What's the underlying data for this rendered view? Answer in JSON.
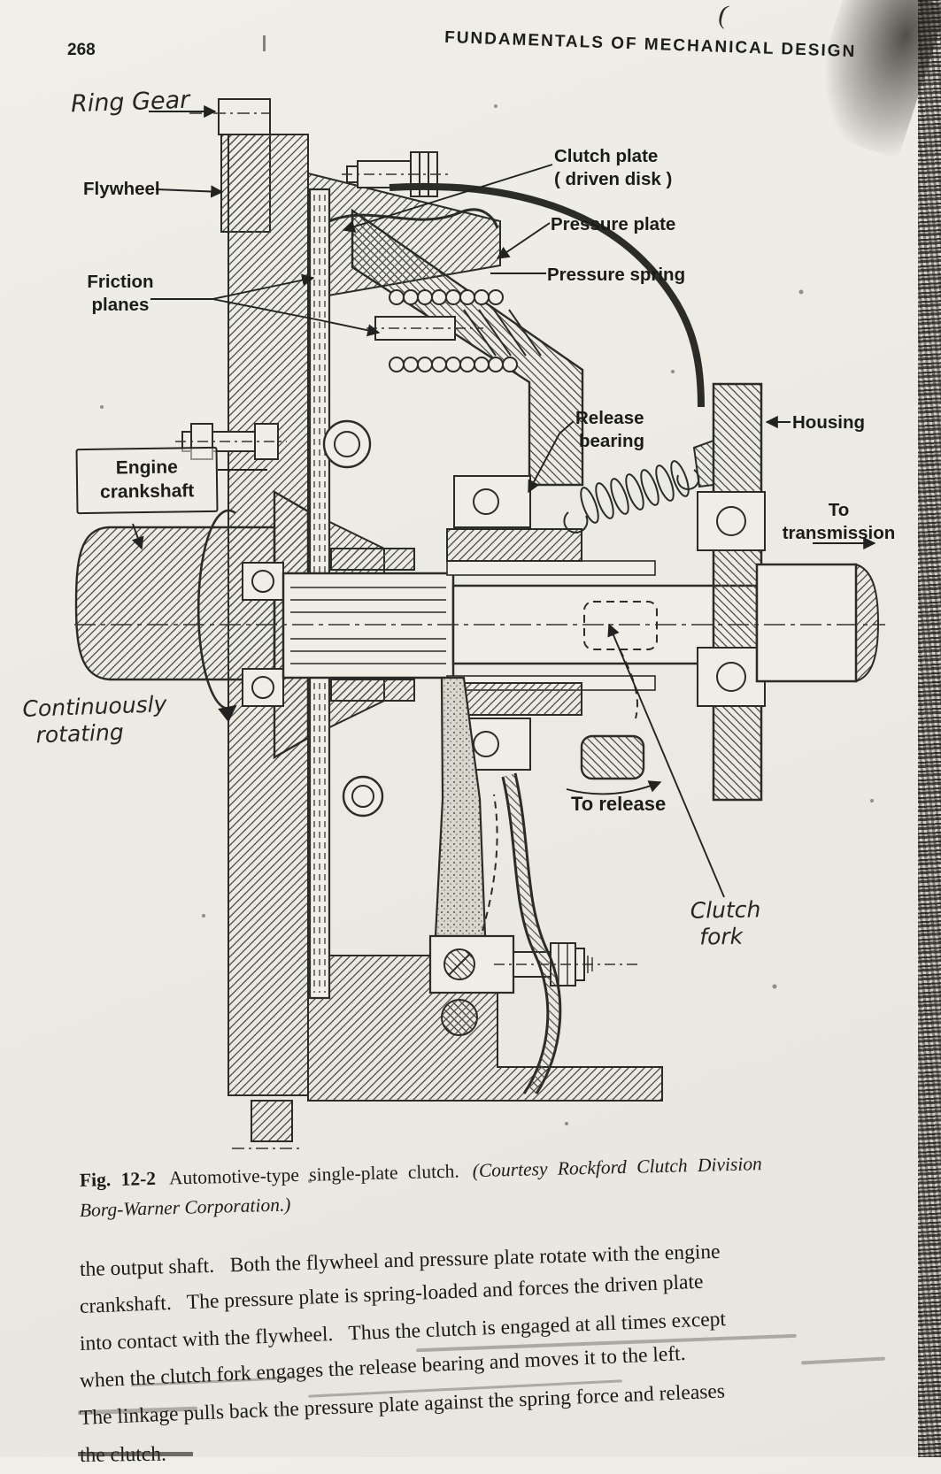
{
  "page": {
    "number": "268",
    "header": "FUNDAMENTALS OF MECHANICAL DESIGN",
    "scan_mark": "("
  },
  "diagram": {
    "labels": {
      "ring_gear": "Ring Gear",
      "flywheel": "Flywheel",
      "clutch_plate_line1": "Clutch plate",
      "clutch_plate_line2": "( driven disk )",
      "pressure_plate": "Pressure plate",
      "pressure_spring": "Pressure spring",
      "friction_line1": "Friction",
      "friction_line2": "planes",
      "release_line1": "Release",
      "release_line2": "bearing",
      "housing": "Housing",
      "engine_line1": "Engine",
      "engine_line2": "crankshaft",
      "trans_line1": "To",
      "trans_line2": "transmission",
      "rotating_line1": "Continuously",
      "rotating_line2": "rotating",
      "to_release": "To release",
      "fork_line1": "Clutch",
      "fork_line2": "fork"
    }
  },
  "caption": {
    "fig": "Fig. 12-2",
    "title": "Automotive-type single-plate clutch.",
    "courtesy_line1": "(Courtesy Rockford Clutch Division",
    "courtesy_line2": "Borg-Warner Corporation.)"
  },
  "body_lines": [
    "the output shaft.   Both the flywheel and pressure plate rotate with the engine",
    "crankshaft.   The pressure plate is spring-loaded and forces the driven plate",
    "into contact with the flywheel.   Thus the clutch is engaged at all times except",
    "when the clutch fork engages the release bearing and moves it to the left.",
    "The linkage pulls back the pressure plate against the spring force and releases",
    "the clutch."
  ],
  "colors": {
    "paper": "#edebe4",
    "ink": "#1f1f1f",
    "pencil": "#7c7a72"
  }
}
